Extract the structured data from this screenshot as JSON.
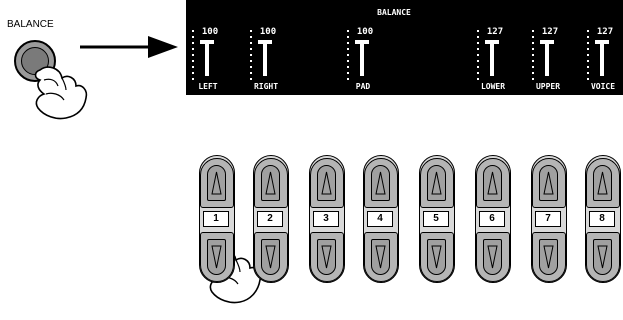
{
  "balance_button": {
    "label": "BALANCE"
  },
  "lcd": {
    "title": "BALANCE",
    "channels": [
      {
        "value": "100",
        "name": "LEFT"
      },
      {
        "value": "100",
        "name": "RIGHT"
      },
      {
        "value": "100",
        "name": "PAD"
      },
      {
        "value": "127",
        "name": "LOWER"
      },
      {
        "value": "127",
        "name": "UPPER"
      },
      {
        "value": "127",
        "name": "VOICE"
      }
    ]
  },
  "panel_keys": [
    {
      "number": "1"
    },
    {
      "number": "2"
    },
    {
      "number": "3"
    },
    {
      "number": "4"
    },
    {
      "number": "5"
    },
    {
      "number": "6"
    },
    {
      "number": "7"
    },
    {
      "number": "8"
    }
  ]
}
